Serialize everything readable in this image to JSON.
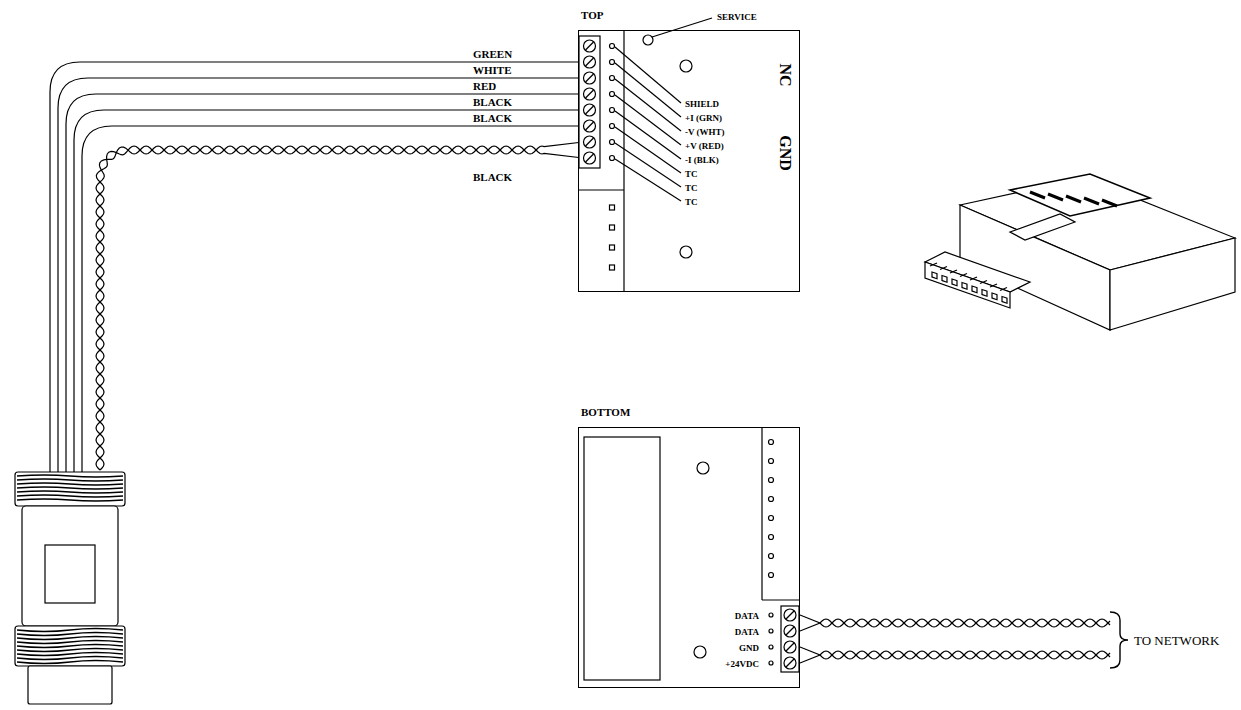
{
  "diagram": {
    "nodes": [
      {
        "text": [
          "TOP",
          "SERVICE",
          "SHIELD",
          "+I (GRN)",
          "-V (WHT)",
          "+V (RED)",
          "-I (BLK)",
          "TC",
          "TC",
          "TC",
          "NC",
          "GND"
        ]
      },
      {
        "text": [
          "BOTTOM",
          "DATA",
          "DATA",
          "GND",
          "+24VDC"
        ]
      }
    ],
    "labels": [
      "GREEN",
      "WHITE",
      "RED",
      "BLACK",
      "BLACK",
      "BLACK",
      "TO NETWORK"
    ]
  }
}
